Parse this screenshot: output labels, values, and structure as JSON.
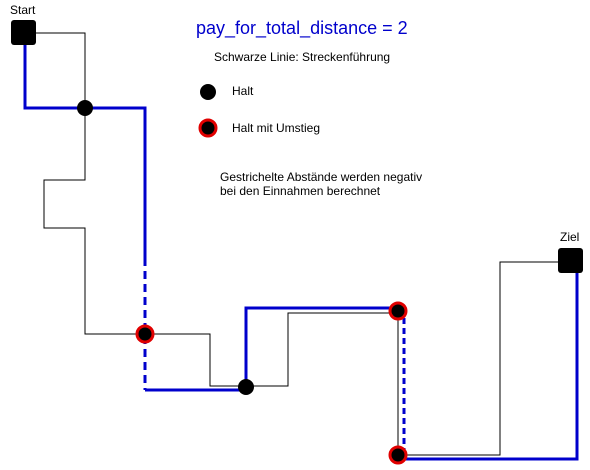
{
  "title": "pay_for_total_distance = 2",
  "subtitle": "Schwarze Linie: Streckenführung",
  "legend": {
    "stop_label": "Halt",
    "transfer_label": "Halt mit Umstieg"
  },
  "note_line1": "Gestrichelte Abstände werden negativ",
  "note_line2": "bei den Einnahmen berechnet",
  "start_label": "Start",
  "goal_label": "Ziel",
  "colors": {
    "route_black": "#000000",
    "route_blue": "#0000cc",
    "transfer_ring": "#e00000",
    "background": "#ffffff"
  }
}
